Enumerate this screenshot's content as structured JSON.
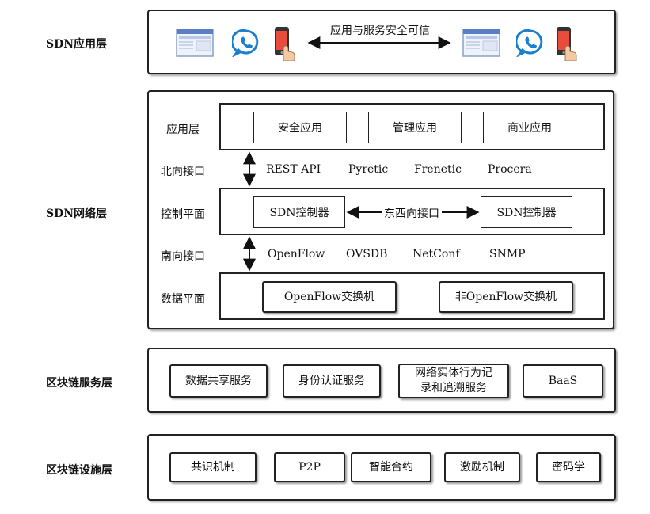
{
  "layers": {
    "sdn_app": "SDN应用层",
    "sdn_network": "SDN网络层",
    "blockchain_service": "区块链服务层",
    "blockchain_infra": "区块链设施层"
  },
  "app_layer": {
    "trust_label": "应用与服务安全可信",
    "icons": [
      "browser-window-icon",
      "whatsapp-icon",
      "smartphone-touch-icon"
    ]
  },
  "network_layer": {
    "row_labels": {
      "app": "应用层",
      "northbound": "北向接口",
      "control": "控制平面",
      "southbound": "南向接口",
      "data": "数据平面"
    },
    "applications": [
      "安全应用",
      "管理应用",
      "商业应用"
    ],
    "northbound_apis": [
      "REST API",
      "Pyretic",
      "Frenetic",
      "Procera"
    ],
    "controllers": [
      "SDN控制器",
      "SDN控制器"
    ],
    "east_west_label": "东西向接口",
    "southbound_protocols": [
      "OpenFlow",
      "OVSDB",
      "NetConf",
      "SNMP"
    ],
    "switches": [
      "OpenFlow交换机",
      "非OpenFlow交换机"
    ]
  },
  "service_layer": {
    "items": [
      "数据共享服务",
      "身份认证服务",
      "网络实体行为记\n录和追溯服务",
      "BaaS"
    ]
  },
  "infra_layer": {
    "items": [
      "共识机制",
      "P2P",
      "智能合约",
      "激励机制",
      "密码学"
    ]
  }
}
